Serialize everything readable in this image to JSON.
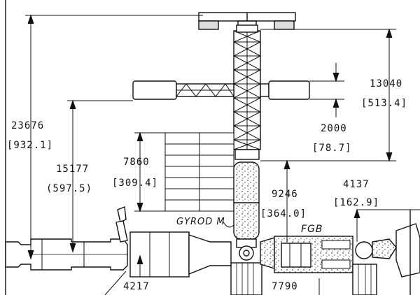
{
  "dimensions": {
    "overall_height": {
      "mm": "23676",
      "in": "[932.1]"
    },
    "truss_height": {
      "mm": "15177",
      "in": "(597.5)"
    },
    "solar_array_height": {
      "mm": "7860",
      "in": "[309.4]"
    },
    "upper_truss": {
      "mm": "13040",
      "in": "[513.4]"
    },
    "truss_gap": {
      "mm": "2000",
      "in": "[78.7]"
    },
    "gyrodyne_height": {
      "mm": "9246",
      "in": "[364.0]"
    },
    "fgb_height": {
      "mm": "4137",
      "in": "[162.9]"
    },
    "base_left": {
      "mm": "4217"
    },
    "base_right": {
      "mm": "7790"
    }
  },
  "labels": {
    "gyrodyne": "GYROD M",
    "fgb": "FGB"
  }
}
